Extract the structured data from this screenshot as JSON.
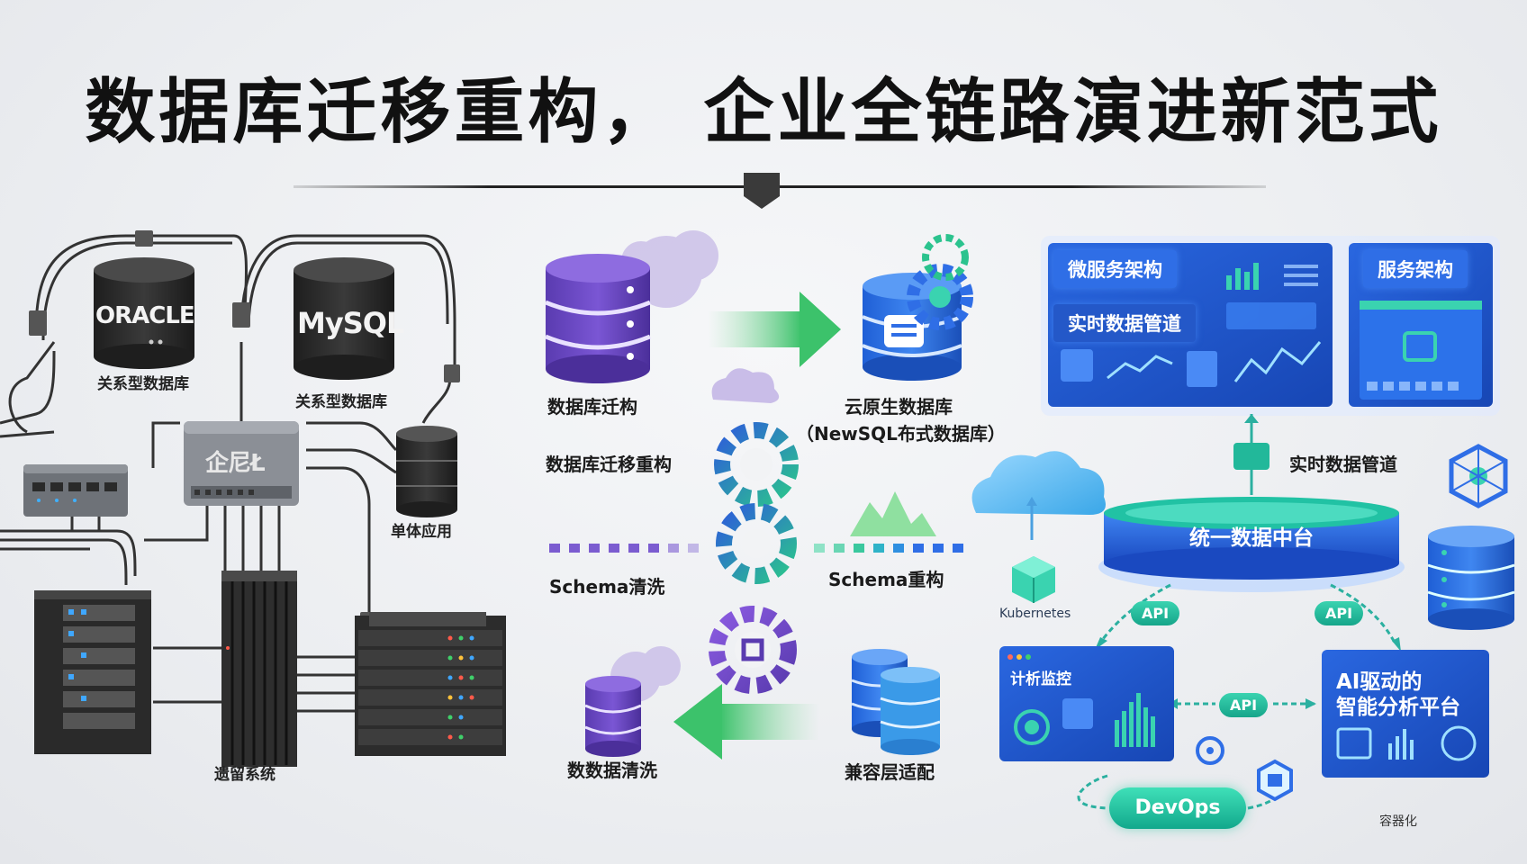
{
  "title": "数据库迁移重构， 企业全链路演进新范式",
  "legacy": {
    "oracle_logo": "ORACLE",
    "mysql_logo": "MySQL",
    "oracle_label": "关系型数据库",
    "mysql_label": "关系型数据库",
    "mainframe_text": "企尼Ł",
    "monolith_label": "单体应用",
    "servers_label": "遗留系统"
  },
  "middle": {
    "migration_label": "数据库迁构",
    "cloud_db_label": "云原生数据库",
    "newsql_label": "（NewSQL布式数据库）",
    "refactor_label": "数据库迁移重构",
    "schema_clean_label": "Schema清洗",
    "schema_refactor_label": "Schema重构",
    "data_clean_label": "数数据清洗",
    "compat_label": "兼容层适配"
  },
  "right": {
    "microservice_title": "微服务架构",
    "service_title": "服务架构",
    "pipeline_title": "实时数据管道",
    "pipeline_label": "实时数据管道",
    "hub_label": "统一数据中台",
    "kubernetes_label": "Kubernetes",
    "api_left": "API",
    "api_right": "API",
    "api_mid": "API",
    "monitor_title": "计析监控",
    "ai_title_line1": "AI驱动的",
    "ai_title_line2": "智能分析平台",
    "devops_label": "DevOps",
    "container_label": "容器化"
  },
  "colors": {
    "purple": "#6b46c1",
    "blue": "#2f6ee6",
    "green": "#3cc26b",
    "teal": "#16a58a",
    "dark": "#2b2b2b"
  }
}
